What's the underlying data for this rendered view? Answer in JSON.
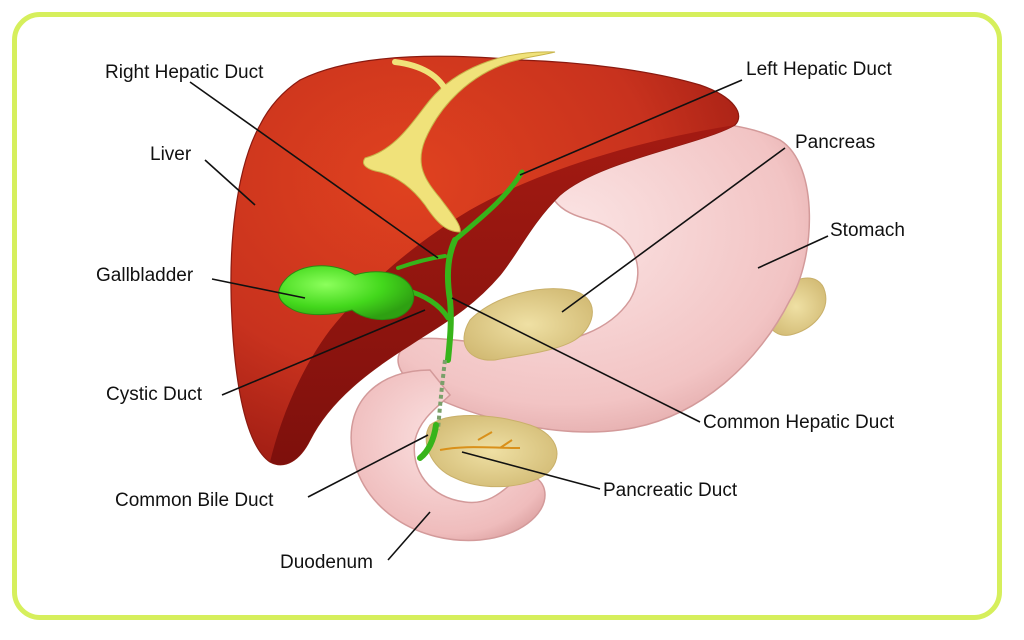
{
  "labels": {
    "right_hepatic_duct": "Right Hepatic Duct",
    "left_hepatic_duct": "Left Hepatic Duct",
    "liver": "Liver",
    "pancreas": "Pancreas",
    "stomach": "Stomach",
    "gallbladder": "Gallbladder",
    "cystic_duct": "Cystic Duct",
    "common_hepatic_duct": "Common Hepatic Duct",
    "common_bile_duct": "Common Bile Duct",
    "pancreatic_duct": "Pancreatic Duct",
    "duodenum": "Duodenum"
  },
  "colors": {
    "frame_border": "#d6ef5c",
    "liver": "#c8321e",
    "liver_dark": "#8e1410",
    "gallbladder": "#43d81c",
    "bile_duct": "#37b41a",
    "stomach": "#f2c4c4",
    "pancreas": "#e4d08c",
    "ligament": "#f0e27a"
  }
}
